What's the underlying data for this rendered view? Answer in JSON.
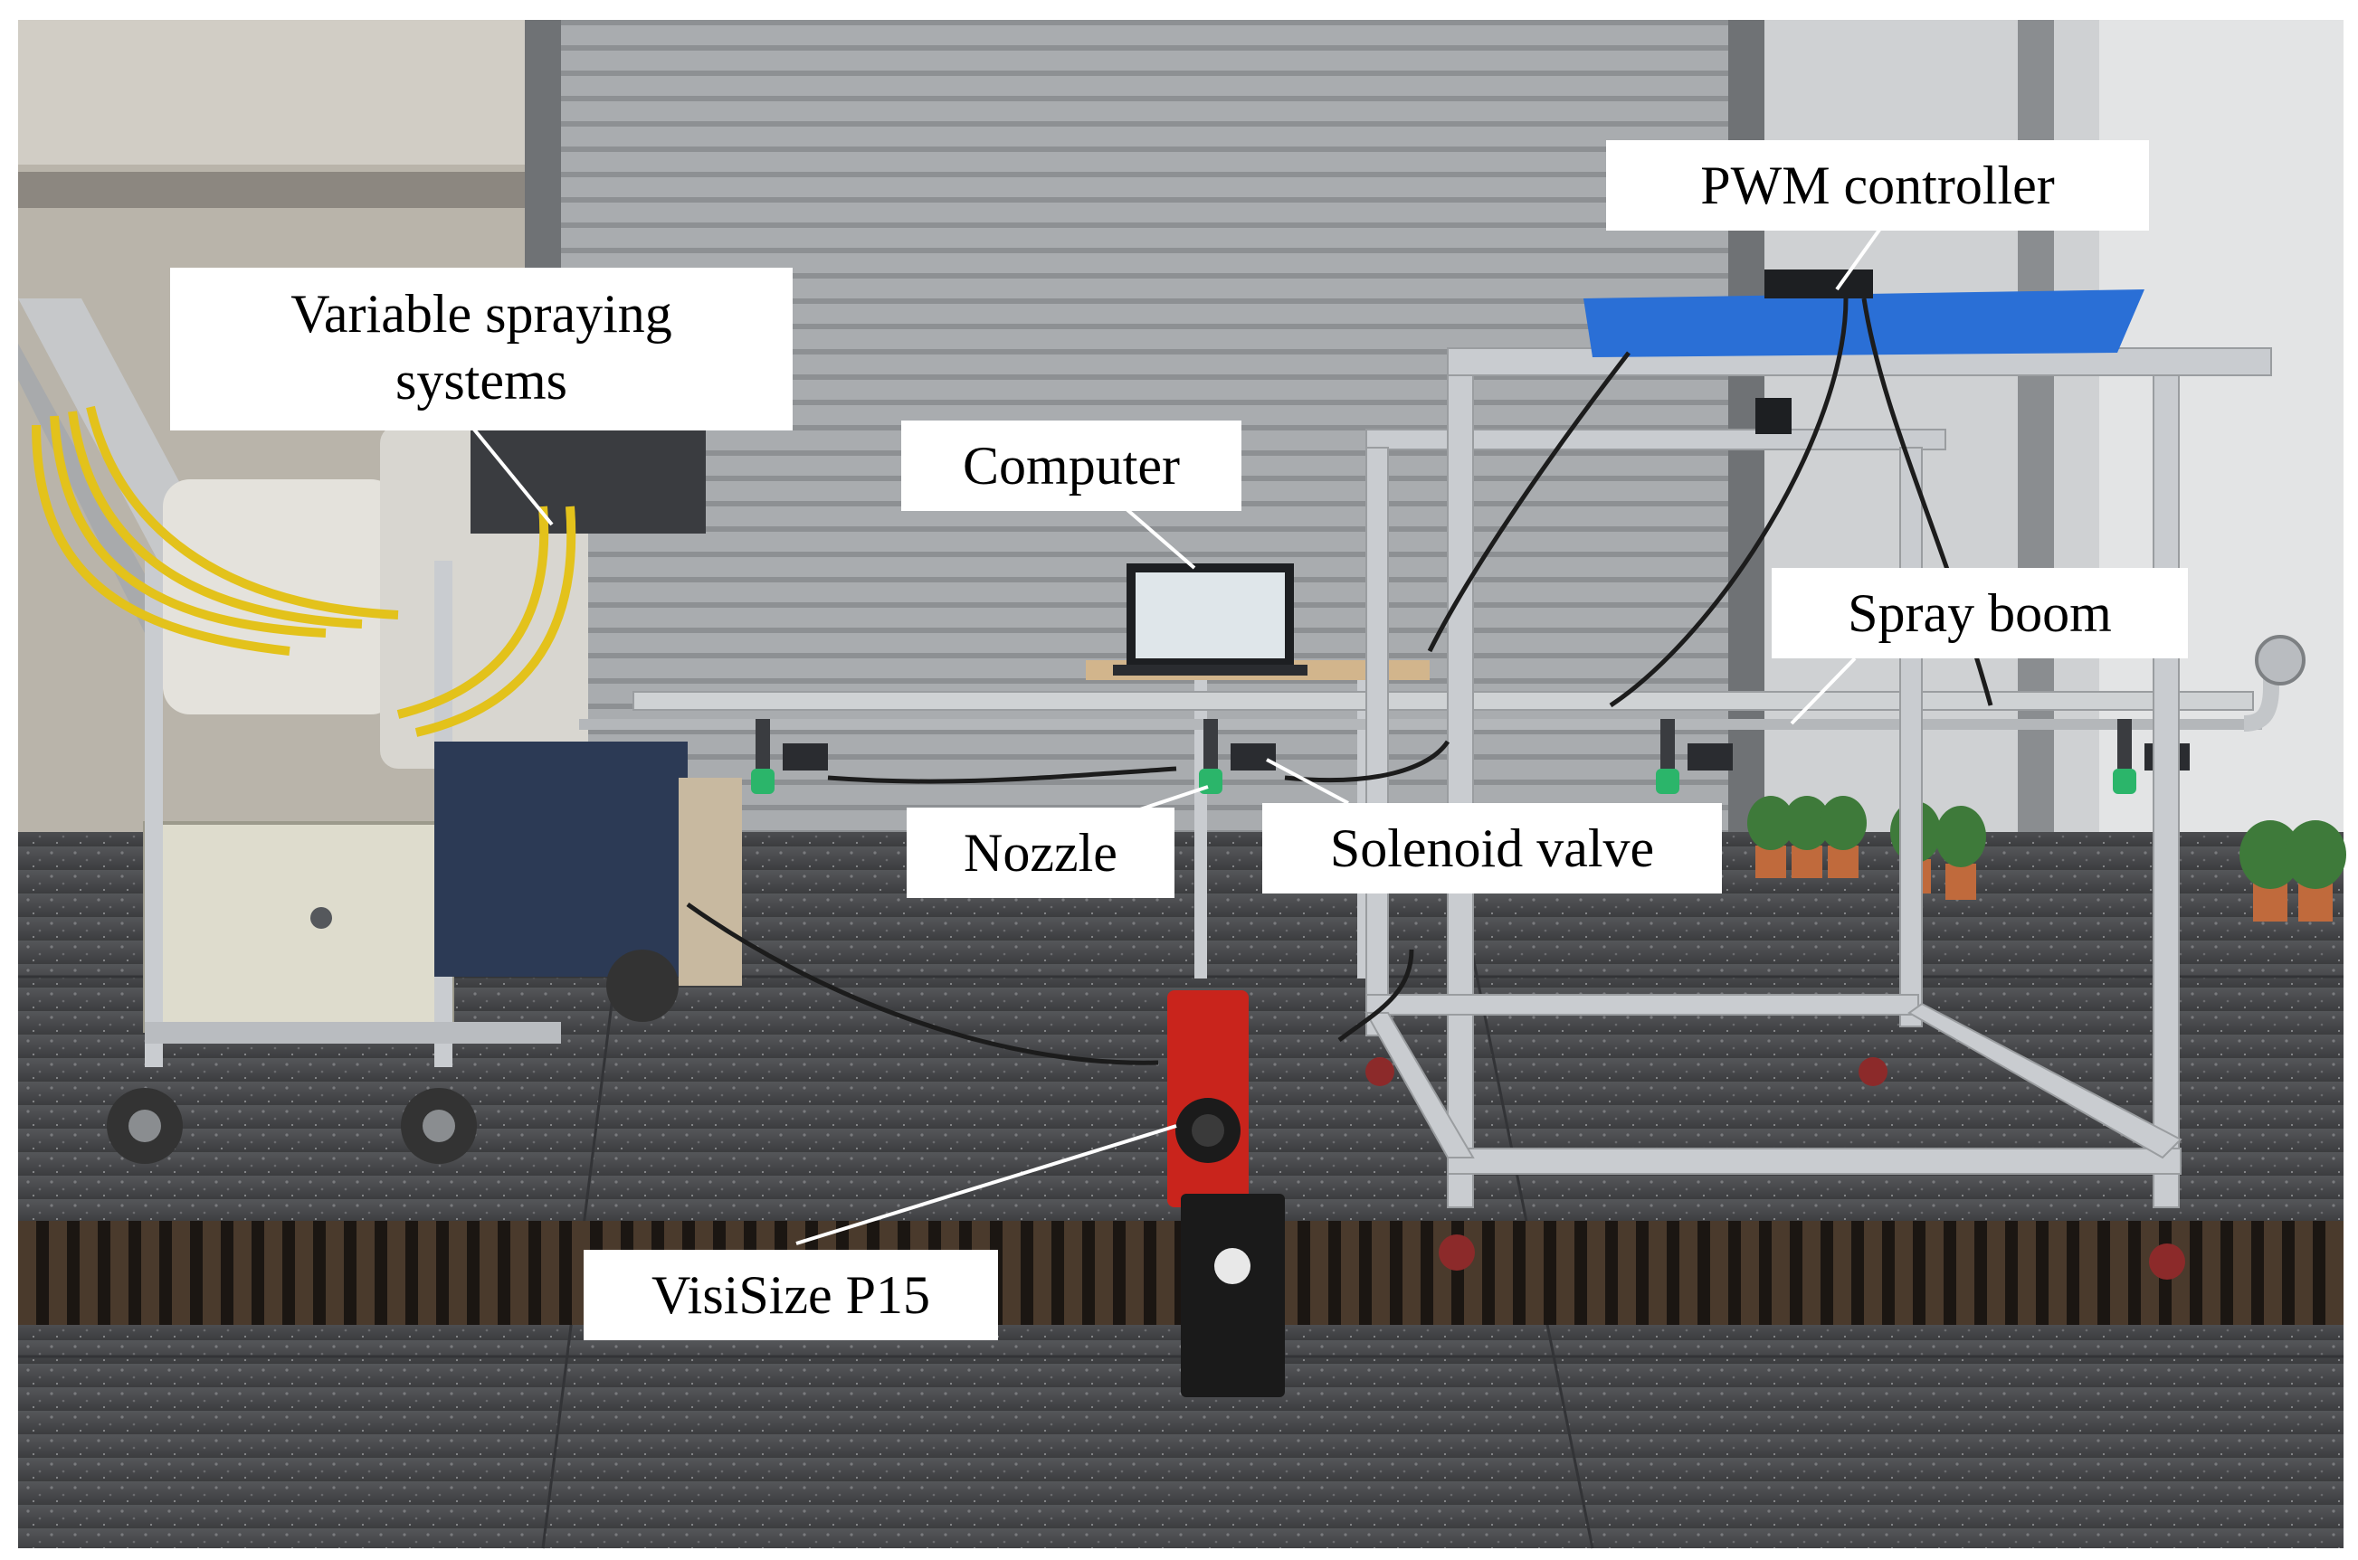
{
  "figure": {
    "labels": {
      "variable_spraying_line1": "Variable spraying",
      "variable_spraying_line2": "systems",
      "computer": "Computer",
      "pwm_controller": "PWM controller",
      "spray_boom": "Spray boom",
      "nozzle": "Nozzle",
      "solenoid_valve": "Solenoid valve",
      "visisize": "VisiSize P15"
    },
    "colors": {
      "wall": "#9ea1a3",
      "floor": "#4a4b4d",
      "frame": "#c9ccd0",
      "blue_tray": "#2a6fd6",
      "camera_red": "#c9241c",
      "hose_yellow": "#e3c21b",
      "nozzle_green": "#2bb56a"
    }
  }
}
